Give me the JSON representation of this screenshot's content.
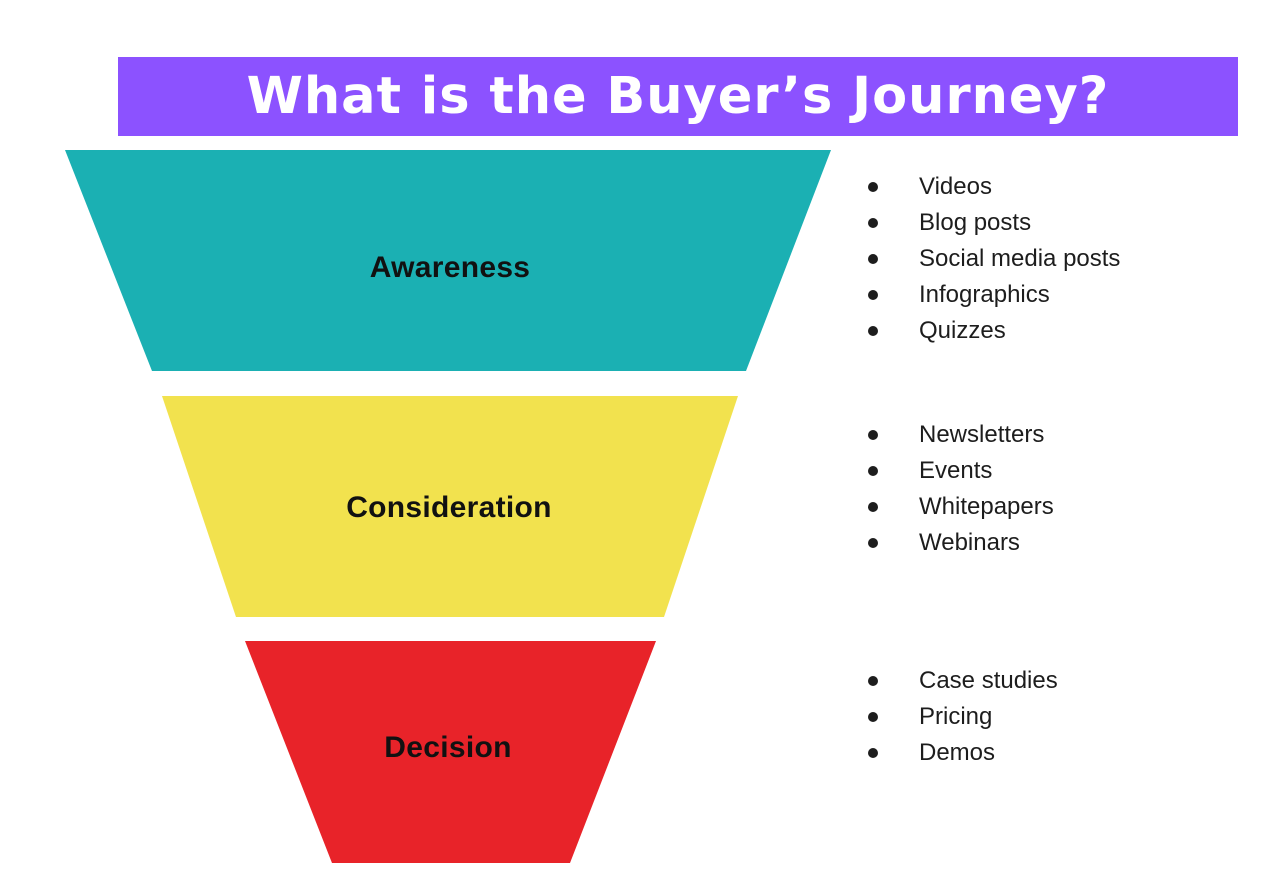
{
  "title": "What is the Buyer’s Journey?",
  "colors": {
    "title_bg": "#8C52FF",
    "title_text": "#FFFFFF",
    "awareness": "#1BB0B3",
    "consideration": "#F2E24E",
    "decision": "#E82329",
    "text": "#1D1D1D"
  },
  "stages": [
    {
      "label": "Awareness",
      "items": [
        "Videos",
        "Blog posts",
        "Social media posts",
        "Infographics",
        "Quizzes"
      ]
    },
    {
      "label": "Consideration",
      "items": [
        "Newsletters",
        "Events",
        "Whitepapers",
        "Webinars"
      ]
    },
    {
      "label": "Decision",
      "items": [
        "Case studies",
        "Pricing",
        "Demos"
      ]
    }
  ]
}
